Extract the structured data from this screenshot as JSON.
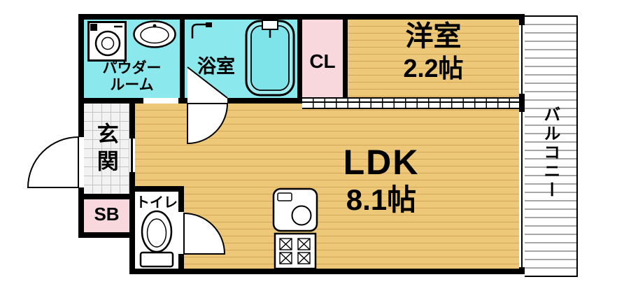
{
  "rooms": {
    "powder": {
      "label": "パウダー\nルーム"
    },
    "bath": {
      "label": "浴室"
    },
    "closet": {
      "label": "CL"
    },
    "western": {
      "label": "洋室",
      "size": "2.2帖"
    },
    "balcony": {
      "label": "バルコニー"
    },
    "entrance": {
      "label": "玄関"
    },
    "shoebox": {
      "label": "SB"
    },
    "toilet": {
      "label": "トイレ"
    },
    "ldk": {
      "label": "LDK",
      "size": "8.1帖"
    }
  },
  "colors": {
    "wall": "#000000",
    "wood": "#ECC878",
    "wood_line": "#D3A757",
    "cyan": "#8BE9ED",
    "pink": "#F9D8DD",
    "tile_bg": "#F2F2F2",
    "tile_line": "#C4C4C4",
    "balcony_line": "#A6A6A6",
    "tub_fill": "#9FEDF1",
    "tub_inner": "#7FE4EA"
  },
  "icons": [
    "washing-machine-icon",
    "powder-sink-icon",
    "shower-icon",
    "bathtub-icon",
    "toilet-icon",
    "kitchen-sink-icon",
    "stove-icon",
    "entrance-door-swing-icon",
    "bath-door-swing-icon",
    "toilet-door-swing-icon",
    "window-icon",
    "sliding-door-icon"
  ]
}
